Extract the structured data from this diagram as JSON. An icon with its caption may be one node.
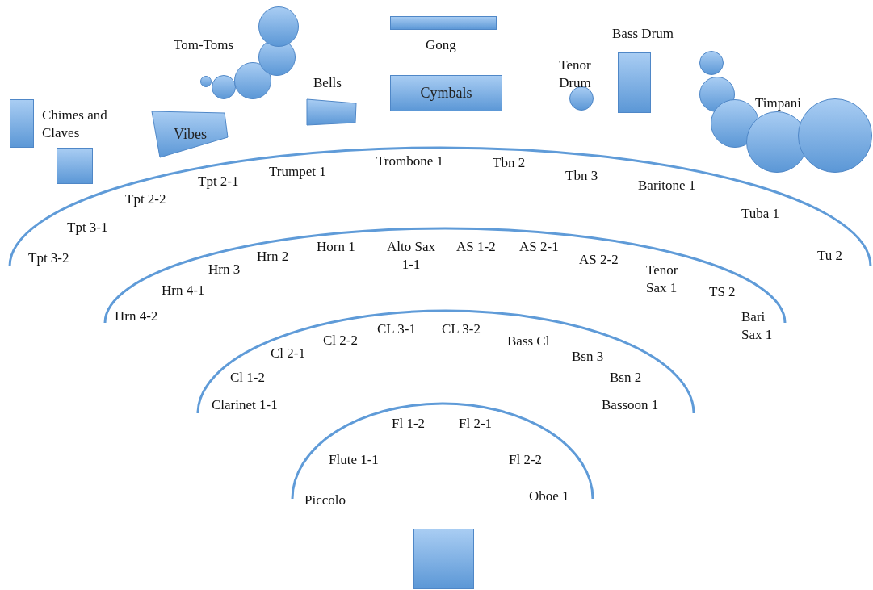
{
  "diagram": {
    "nodes": [
      {
        "text": [],
        "shape": "box"
      },
      {
        "text": [],
        "shape": "box"
      },
      {
        "text": [
          "Vibes"
        ]
      },
      {
        "text": [],
        "shape": "circle"
      },
      {
        "text": [],
        "shape": "circle"
      },
      {
        "text": [],
        "shape": "circle"
      },
      {
        "text": [],
        "shape": "circle"
      },
      {
        "text": [],
        "shape": "circle"
      },
      {
        "text": [],
        "shape": "trapezoid"
      },
      {
        "text": [],
        "shape": "bar"
      },
      {
        "text": [
          "Cymbals"
        ]
      },
      {
        "text": [],
        "shape": "circle"
      },
      {
        "text": [],
        "shape": "box"
      },
      {
        "text": [],
        "shape": "circle"
      },
      {
        "text": [],
        "shape": "circle"
      },
      {
        "text": [],
        "shape": "circle"
      },
      {
        "text": [],
        "shape": "circle"
      },
      {
        "text": [],
        "shape": "circle"
      },
      {
        "text": [],
        "shape": "box"
      }
    ],
    "edges": [],
    "labels": [
      "Bass Drum",
      "Tom-Toms",
      "Gong",
      "Tenor Drum",
      "Bells",
      "Timpani",
      "Chimes and Claves",
      "Trombone 1",
      "Tbn 2",
      "Trumpet 1",
      "Tbn 3",
      "Tpt 2-1",
      "Baritone 1",
      "Tpt 2-2",
      "Tuba 1",
      "Tpt 3-1",
      "Tu 2",
      "Tpt 3-2",
      "Horn 1",
      "Alto Sax 1-1",
      "AS 1-2",
      "AS 2-1",
      "Hrn 2",
      "AS 2-2",
      "Hrn 3",
      "Tenor Sax 1",
      "Hrn 4-1",
      "TS 2",
      "Hrn 4-2",
      "Bari Sax 1",
      "CL 3-1",
      "CL 3-2",
      "Cl 2-2",
      "Bass Cl",
      "Cl 2-1",
      "Bsn 3",
      "Cl 1-2",
      "Bsn 2",
      "Clarinet 1-1",
      "Bassoon 1",
      "Fl 1-2",
      "Fl 2-1",
      "Flute 1-1",
      "Fl 2-2",
      "Piccolo",
      "Oboe 1"
    ]
  }
}
